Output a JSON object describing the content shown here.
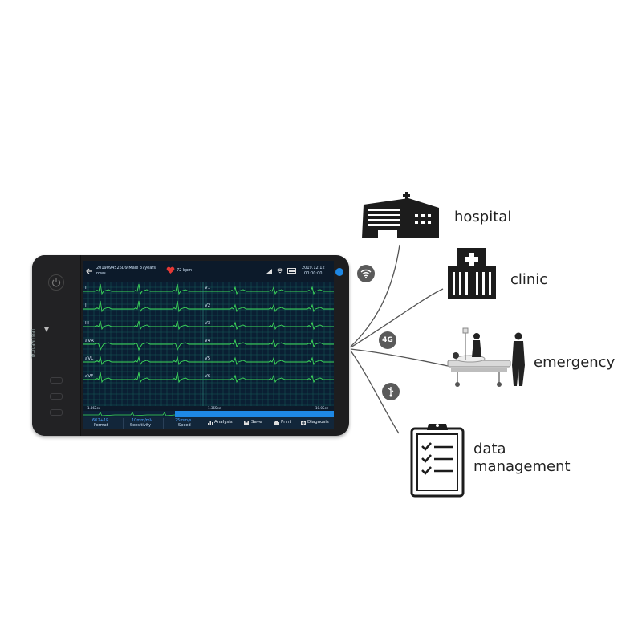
{
  "device": {
    "brand": "LEPU MEDICAL",
    "header": {
      "patient_line1": "2019094526D9 Male 37years",
      "patient_line2": "rows",
      "heart_rate": "72 bpm",
      "date": "2019.12.12",
      "time": "00:00:00"
    },
    "leads_left": [
      "I",
      "II",
      "III",
      "aVR",
      "aVL",
      "aVF"
    ],
    "leads_right": [
      "V1",
      "V2",
      "V3",
      "V4",
      "V5",
      "V6"
    ],
    "ticker": {
      "left": "1.36Sec",
      "mid": "1.36Sec",
      "right": "10.0Sec"
    },
    "settings": [
      {
        "value": "6X2+1R",
        "name": "Format"
      },
      {
        "value": "10mm/mV",
        "name": "Sensitivity"
      },
      {
        "value": "25mm/s",
        "name": "Speed"
      }
    ],
    "actions": [
      {
        "icon": "analysis-icon",
        "label": "Analysis"
      },
      {
        "icon": "save-icon",
        "label": "Save"
      },
      {
        "icon": "print-icon",
        "label": "Print"
      },
      {
        "icon": "diagnosis-icon",
        "label": "Diagnosis"
      }
    ]
  },
  "connections": [
    {
      "icon": "wifi-icon",
      "label": ""
    },
    {
      "icon": "4g-icon",
      "label": "4G"
    },
    {
      "icon": "usb-icon",
      "label": ""
    }
  ],
  "destinations": [
    {
      "icon": "hospital-icon",
      "label": "hospital"
    },
    {
      "icon": "clinic-icon",
      "label": "clinic"
    },
    {
      "icon": "emergency-icon",
      "label": "emergency"
    },
    {
      "icon": "clipboard-icon",
      "label_line1": "data",
      "label_line2": "management"
    }
  ],
  "colors": {
    "ecg_trace": "#3ddc5a",
    "grid": "#1b6b63",
    "screen_bg": "#0a1f33",
    "accent_blue": "#1e88e5"
  }
}
